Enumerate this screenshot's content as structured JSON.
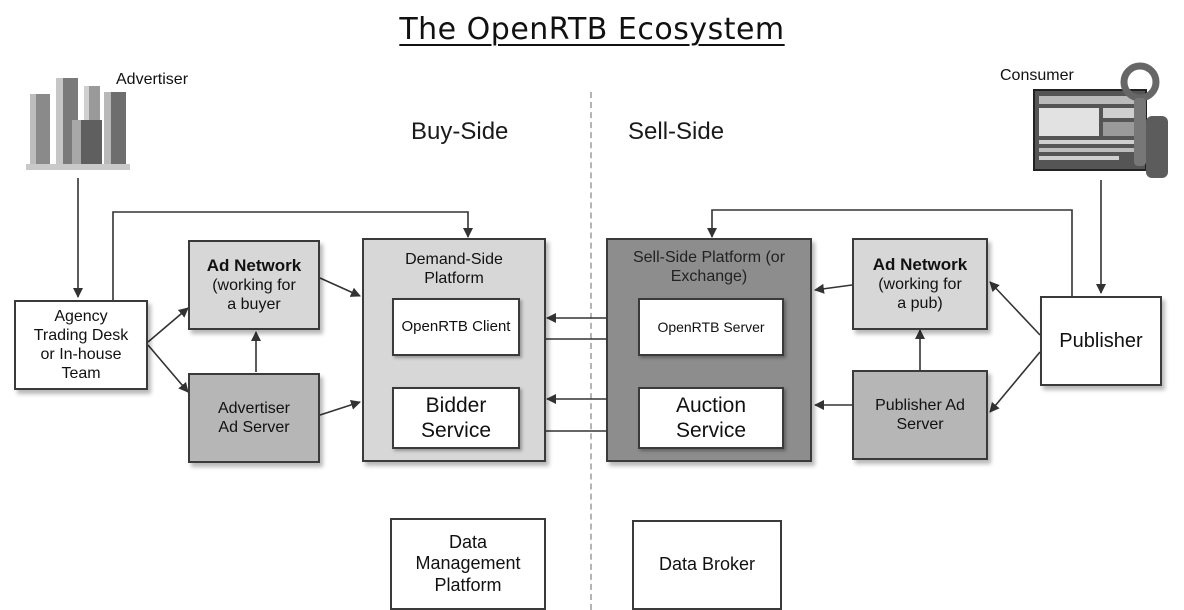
{
  "title": "The OpenRTB Ecosystem",
  "sides": {
    "buy": "Buy-Side",
    "sell": "Sell-Side"
  },
  "actors": {
    "advertiser": "Advertiser",
    "consumer": "Consumer"
  },
  "nodes": {
    "agency": "Agency\nTrading Desk\nor In-house\nTeam",
    "ad_network_buyer_title": "Ad Network",
    "ad_network_buyer_sub": "(working for\na buyer",
    "advertiser_ad_server": "Advertiser\nAd Server",
    "dsp": "Demand-Side\nPlatform",
    "openrtb_client": "OpenRTB Client",
    "bidder_service": "Bidder\nService",
    "ssp": "Sell-Side Platform (or\nExchange)",
    "openrtb_server": "OpenRTB Server",
    "auction_service": "Auction\nService",
    "ad_network_pub_title": "Ad Network",
    "ad_network_pub_sub": "(working for\na pub)",
    "publisher_ad_server": "Publisher Ad\nServer",
    "publisher": "Publisher",
    "dmp": "Data\nManagement\nPlatform",
    "data_broker": "Data Broker"
  },
  "icons": [
    "buildings-icon",
    "browser-window-icon",
    "magnifier-icon"
  ],
  "colors": {
    "box_light": "#d7d7d7",
    "box_mid": "#b6b6b6",
    "box_dark": "#8d8d8d",
    "line": "#333333"
  }
}
